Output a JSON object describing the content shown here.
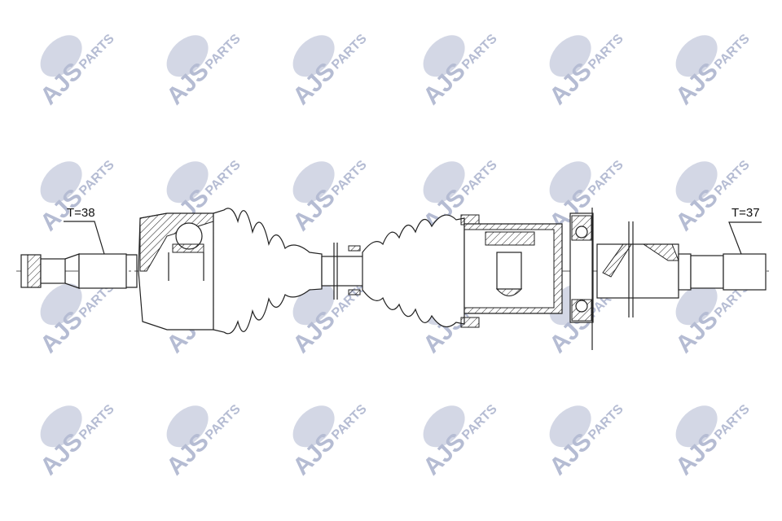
{
  "watermark": {
    "brand": "AJS",
    "suffix": "PARTS",
    "color": "#a9b1cc",
    "rows": 4,
    "columns": 6
  },
  "labels": {
    "left_spline": "T=38",
    "right_spline": "T=37"
  },
  "line_color": "#222222"
}
